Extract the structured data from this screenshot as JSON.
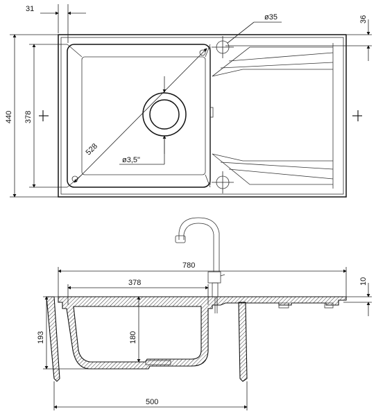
{
  "top_view": {
    "dim_overall_width": "31",
    "dim_tap_hole_diameter": "ø35",
    "dim_top_offset": "36",
    "dim_overall_depth": "440",
    "dim_bowl_depth": "378",
    "dim_diagonal": "528",
    "dim_waste_diameter": "ø3,5\""
  },
  "side_view": {
    "dim_total_height": "780",
    "dim_bowl_width": "378",
    "dim_rim_thickness": "10",
    "dim_cabinet_height": "193",
    "dim_bowl_height": "180",
    "dim_cabinet_width": "500"
  }
}
